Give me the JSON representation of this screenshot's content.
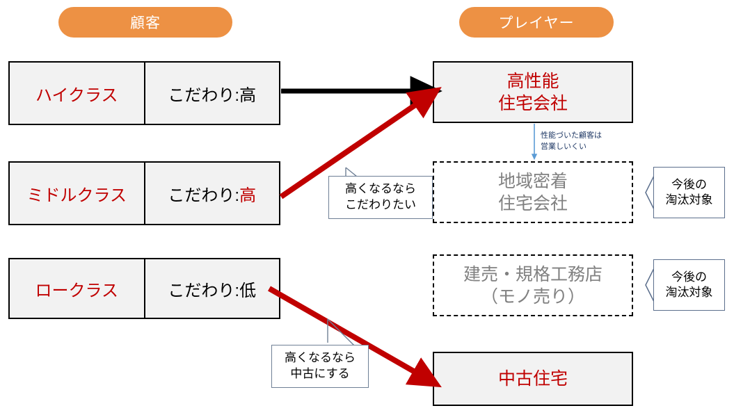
{
  "headers": {
    "customer": "顧客",
    "player": "プレイヤー"
  },
  "colors": {
    "pill": "#ED9144",
    "red": "#C00000",
    "gray_text": "#808080",
    "box_fill": "#F2F2F2",
    "note_blue": "#1F3864",
    "callout_border": "#6E7F95"
  },
  "customer_segments": [
    {
      "name": "ハイクラス",
      "attr_label": "こだわり:",
      "attr_value": "高",
      "attr_value_red": false
    },
    {
      "name": "ミドルクラス",
      "attr_label": "こだわり:",
      "attr_value": "高",
      "attr_value_red": true
    },
    {
      "name": "ロークラス",
      "attr_label": "こだわり:",
      "attr_value": "低",
      "attr_value_red": false
    }
  ],
  "players": [
    {
      "id": "high-performance",
      "line1": "高性能",
      "line2": "住宅会社",
      "style": "solid"
    },
    {
      "id": "local-builder",
      "line1": "地域密着",
      "line2": "住宅会社",
      "style": "dashed"
    },
    {
      "id": "spec-builder",
      "line1": "建売・規格工務店",
      "line2": "（モノ売り）",
      "style": "dashed"
    },
    {
      "id": "used-home",
      "line1": "中古住宅",
      "line2": "",
      "style": "solid"
    }
  ],
  "callouts": [
    {
      "id": "middle-callout",
      "line1": "高くなるなら",
      "line2": "こだわりたい"
    },
    {
      "id": "low-callout",
      "line1": "高くなるなら",
      "line2": "中古にする"
    }
  ],
  "bubbles": [
    {
      "id": "local-builder-bubble",
      "line1": "今後の",
      "line2": "淘汰対象"
    },
    {
      "id": "spec-builder-bubble",
      "line1": "今後の",
      "line2": "淘汰対象"
    }
  ],
  "notes": [
    {
      "id": "performance-note",
      "text": "性能づいた顧客は\n営業しいくい"
    }
  ]
}
